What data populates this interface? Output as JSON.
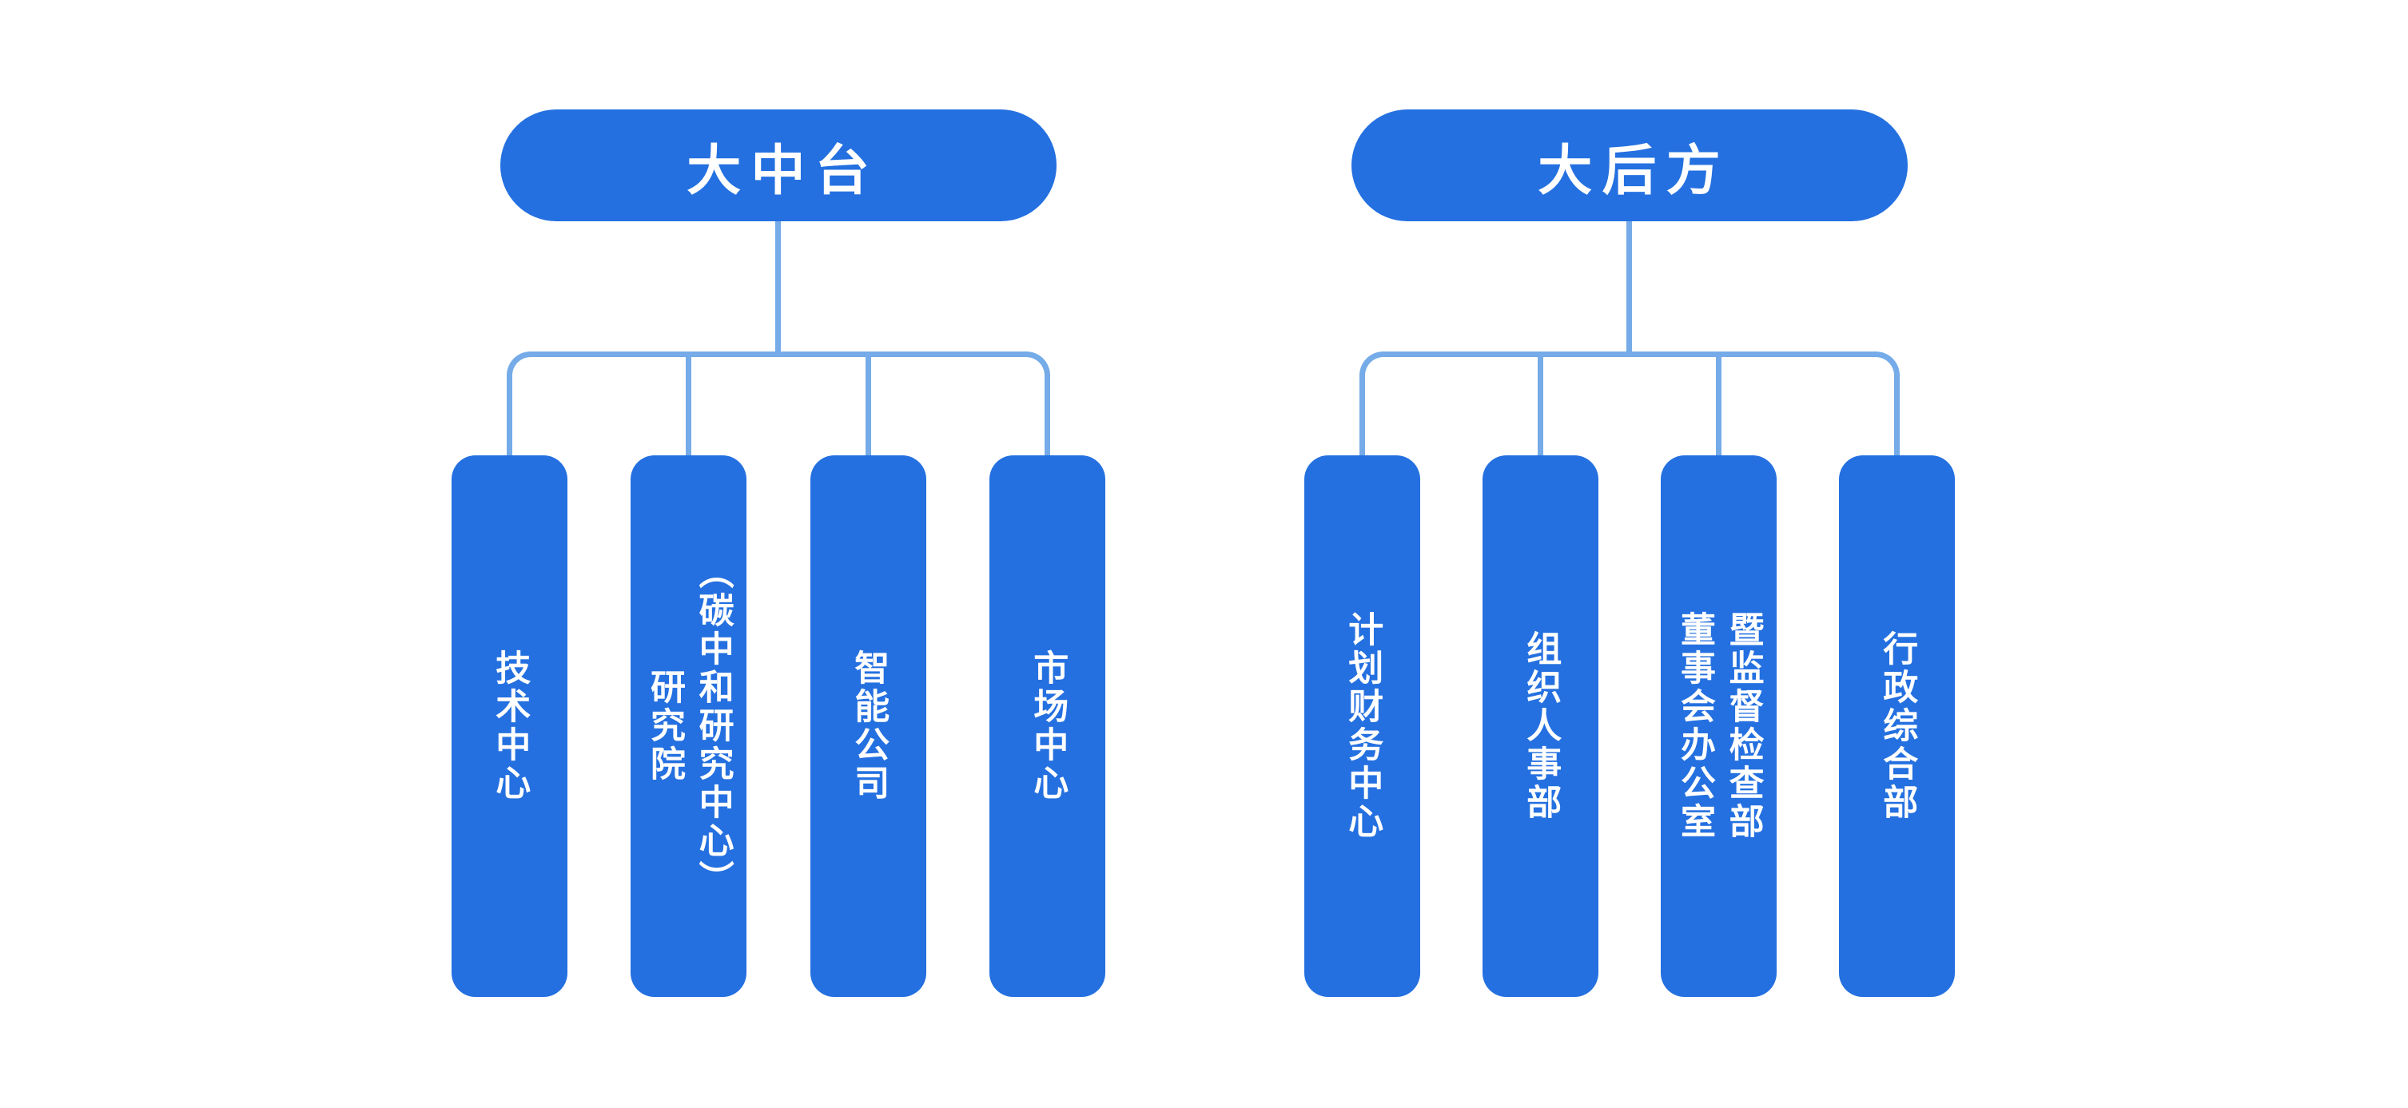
{
  "palette": {
    "node_fill": "#2470e0",
    "connector_line": "#74abe8",
    "node_text": "#ffffff",
    "background": "#ffffff"
  },
  "groups": [
    {
      "label": "大中台",
      "children": [
        {
          "label": "技术中心",
          "lines": [
            "技术中心"
          ]
        },
        {
          "label": "研究院（碳中和研究中心）",
          "lines": [
            "研究院",
            "（碳中和研究中心）"
          ]
        },
        {
          "label": "智能公司",
          "lines": [
            "智能公司"
          ]
        },
        {
          "label": "市场中心",
          "lines": [
            "市场中心"
          ]
        }
      ]
    },
    {
      "label": "大后方",
      "children": [
        {
          "label": "计划财务中心",
          "lines": [
            "计划财务中心"
          ]
        },
        {
          "label": "组织人事部",
          "lines": [
            "组织人事部"
          ]
        },
        {
          "label": "董事会办公室暨监督检查部",
          "lines": [
            "董事会办公室",
            "暨监督检查部"
          ]
        },
        {
          "label": "行政综合部",
          "lines": [
            "行政综合部"
          ]
        }
      ]
    }
  ]
}
